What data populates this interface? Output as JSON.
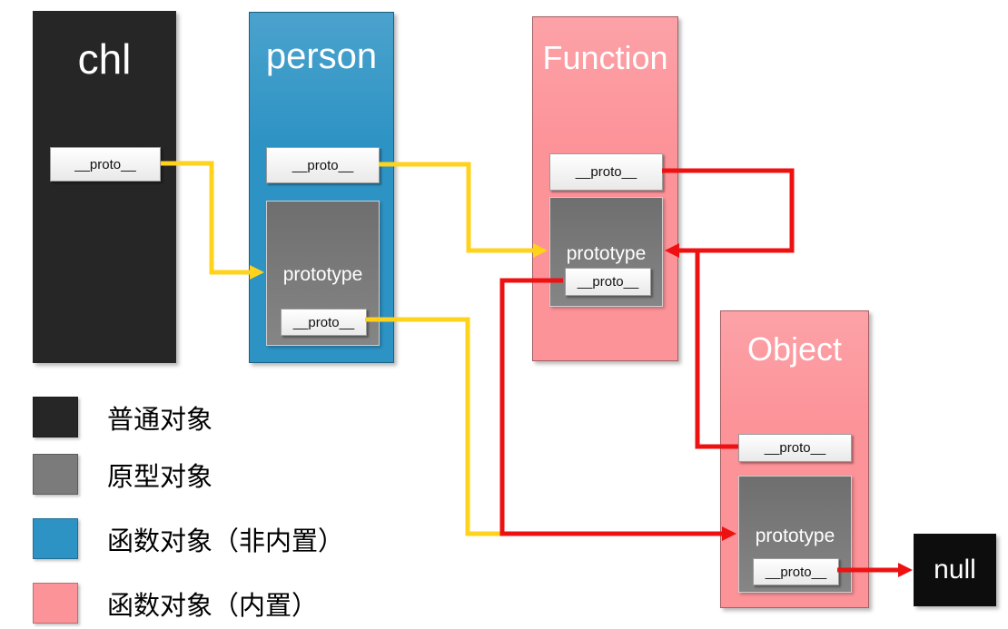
{
  "colors": {
    "plain_object": "#262626",
    "prototype_object": "#7b7b7b",
    "function_object_custom": "#2d93c4",
    "function_object_builtin": "#fc9399",
    "null_box": "#0d0d0d",
    "arrow_yellow": "#ffd21c",
    "arrow_red": "#ee1111"
  },
  "nodes": {
    "chl": {
      "title": "chl",
      "proto": "__proto__"
    },
    "person": {
      "title": "person",
      "proto": "__proto__",
      "prototype": {
        "label": "prototype",
        "proto": "__proto__"
      }
    },
    "func": {
      "title": "Function",
      "proto": "__proto__",
      "prototype": {
        "label": "prototype",
        "proto": "__proto__"
      }
    },
    "object": {
      "title": "Object",
      "proto": "__proto__",
      "prototype": {
        "label": "prototype",
        "proto": "__proto__"
      }
    },
    "nullbox": {
      "title": "null"
    }
  },
  "legend": {
    "items": [
      {
        "label": "普通对象",
        "color_key": "plain_object"
      },
      {
        "label": "原型对象",
        "color_key": "prototype_object"
      },
      {
        "label": "函数对象（非内置）",
        "color_key": "function_object_custom"
      },
      {
        "label": "函数对象（内置）",
        "color_key": "function_object_builtin"
      }
    ]
  },
  "connections": [
    {
      "from": "chl.__proto__",
      "to": "person.prototype",
      "color": "yellow"
    },
    {
      "from": "person.__proto__",
      "to": "Function.prototype",
      "color": "yellow"
    },
    {
      "from": "person.prototype.__proto__",
      "to": "Object.prototype",
      "color": "yellow"
    },
    {
      "from": "Function.__proto__",
      "to": "Function.prototype",
      "color": "red"
    },
    {
      "from": "Object.__proto__",
      "to": "Function.prototype",
      "color": "red"
    },
    {
      "from": "Function.prototype.__proto__",
      "to": "Object.prototype",
      "color": "red"
    },
    {
      "from": "Object.prototype.__proto__",
      "to": "null",
      "color": "red"
    }
  ]
}
